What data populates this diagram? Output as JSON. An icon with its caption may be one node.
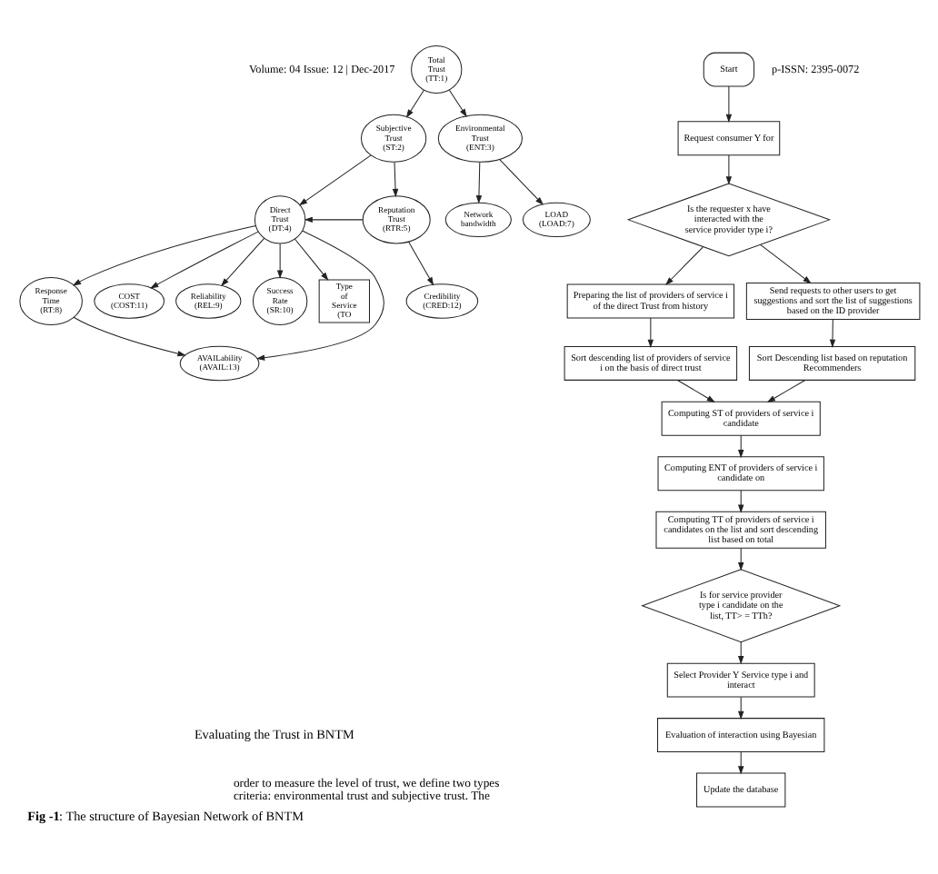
{
  "diagram": {
    "caption": "**Fig -1**: The structure of Bayesian Network of BNTM",
    "nodes": [
      {
        "text": [
          "Total Trust (TT:1)"
        ]
      },
      {
        "text": [
          "Subjective Trust (ST:2)"
        ]
      },
      {
        "text": [
          "Environmental Trust (ENT:3)"
        ]
      },
      {
        "text": [
          "Direct Trust (DT:4)"
        ]
      },
      {
        "text": [
          "Reputation Trust (RTR:5)"
        ]
      },
      {
        "text": [
          "Network bandwidth"
        ]
      },
      {
        "text": [
          "LOAD (LOAD:7)"
        ]
      },
      {
        "text": [
          "Response Time (RT:8)"
        ]
      },
      {
        "text": [
          "COST (COST:11)"
        ]
      },
      {
        "text": [
          "Reliability (REL:9)"
        ]
      },
      {
        "text": [
          "Success Rate (SR:10)"
        ]
      },
      {
        "text": [
          "Type of Service (TO"
        ]
      },
      {
        "text": [
          "Credibility (CRED:12)"
        ]
      },
      {
        "text": [
          "AVAILability (AVAIL:13)"
        ]
      },
      {
        "text": [
          "Start"
        ]
      },
      {
        "text": [
          "Request consumer Y for"
        ]
      },
      {
        "text": [
          "Is the requester x have interacted with the service provider type i?"
        ]
      },
      {
        "text": [
          "Preparing the list of providers of service i of the direct Trust from history"
        ]
      },
      {
        "text": [
          "Send requests to other users to get suggestions and sort the list of suggestions based on the ID provider"
        ]
      },
      {
        "text": [
          "Sort descending list of providers of service i on the basis of direct trust"
        ]
      },
      {
        "text": [
          "Sort Descending list based on reputation Recommenders"
        ]
      },
      {
        "text": [
          "Computing ST of providers of service i candidate"
        ]
      },
      {
        "text": [
          "Computing ENT of providers of service i candidate on"
        ]
      },
      {
        "text": [
          "Computing TT of providers of service i candidates on the list and sort descending list based on total"
        ]
      },
      {
        "text": [
          "Is for service provider type i candidate on the list, TT> = TTh?"
        ]
      },
      {
        "text": [
          "Select Provider Y Service type i and interact"
        ]
      },
      {
        "text": [
          "Evaluation of interaction using Bayesian"
        ]
      },
      {
        "text": [
          "Update the database"
        ]
      }
    ],
    "edges": [
      {
        "from": 0,
        "to": 1,
        "arrow": "to"
      },
      {
        "from": 0,
        "to": 2,
        "arrow": "to"
      },
      {
        "from": 1,
        "to": 3,
        "arrow": "to"
      },
      {
        "from": 1,
        "to": 4,
        "arrow": "to"
      },
      {
        "from": 2,
        "to": 5,
        "arrow": "to"
      },
      {
        "from": 2,
        "to": 6,
        "arrow": "to"
      },
      {
        "from": 4,
        "to": 3,
        "arrow": "to"
      },
      {
        "from": 3,
        "to": 7,
        "arrow": "to"
      },
      {
        "from": 3,
        "to": 8,
        "arrow": "to"
      },
      {
        "from": 3,
        "to": 9,
        "arrow": "to"
      },
      {
        "from": 3,
        "to": 10,
        "arrow": "to"
      },
      {
        "from": 3,
        "to": 11,
        "arrow": "to"
      },
      {
        "from": 3,
        "to": 13,
        "arrow": "to"
      },
      {
        "from": 4,
        "to": 12,
        "arrow": "to"
      },
      {
        "from": 7,
        "to": 13,
        "arrow": "to"
      },
      {
        "from": 14,
        "to": 15,
        "arrow": "to"
      },
      {
        "from": 15,
        "to": 16,
        "arrow": "to"
      },
      {
        "from": 16,
        "to": 17,
        "arrow": "to"
      },
      {
        "from": 16,
        "to": 18,
        "arrow": "to"
      },
      {
        "from": 17,
        "to": 19,
        "arrow": "to"
      },
      {
        "from": 18,
        "to": 20,
        "arrow": "to"
      },
      {
        "from": 19,
        "to": 21,
        "arrow": "to"
      },
      {
        "from": 20,
        "to": 21,
        "arrow": "to"
      },
      {
        "from": 21,
        "to": 22,
        "arrow": "to"
      },
      {
        "from": 22,
        "to": 23,
        "arrow": "to"
      },
      {
        "from": 23,
        "to": 24,
        "arrow": "to"
      },
      {
        "from": 24,
        "to": 25,
        "arrow": "to"
      },
      {
        "from": 25,
        "to": 26,
        "arrow": "to"
      },
      {
        "from": 26,
        "to": 27,
        "arrow": "to"
      }
    ],
    "labels": [
      "Volume: 04 Issue: 12 | Dec-2017",
      "p-ISSN: 2395-0072",
      "Evaluating the Trust in BNTM",
      "order to measure the level of trust, we define two types criteria: environmental trust and subjective trust. The"
    ]
  }
}
